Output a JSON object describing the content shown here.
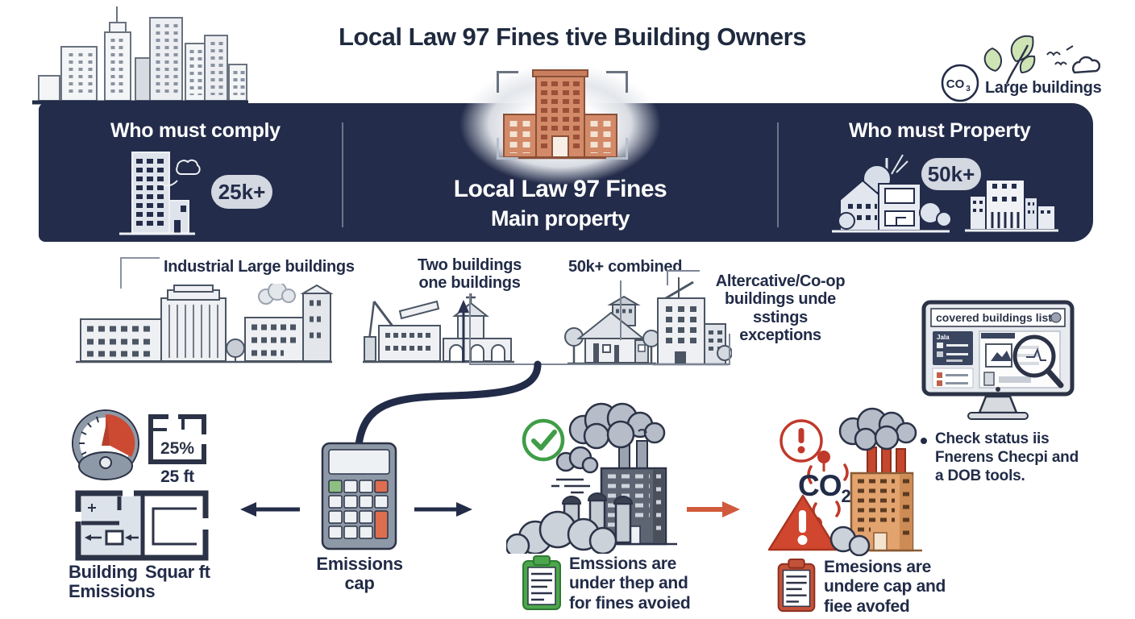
{
  "title": "Local Law 97 Fines tive Building Owners",
  "top_right": {
    "gas_label": "CO",
    "gas_sub": "3",
    "caption": "Large buildings"
  },
  "banner": {
    "left": {
      "heading": "Who must comply",
      "badge": "25k+"
    },
    "center": {
      "line1": "Local Law 97 Fines",
      "line2": "Main property"
    },
    "right": {
      "heading": "Who must Property",
      "badge": "50k+"
    }
  },
  "categories": {
    "industrial": "Industrial Large buildings",
    "two_buildings": [
      "Two buildings",
      "one buildings"
    ],
    "combined": "50k+ combined",
    "coop": [
      "Altercative/Co-op",
      "buildings unde sstings",
      "exceptions"
    ]
  },
  "monitor": {
    "header": "covered buildings list",
    "sidebar_label": "Jala"
  },
  "check_note": [
    "Check status iis",
    "Fnerens Checpi and",
    "a DOB tools."
  ],
  "metrics": {
    "percent": "25%",
    "feet": "25 ft",
    "building_label_1": "Building",
    "building_label_2": "Emissions",
    "square_label": "Squar ft",
    "calculator_label": "Emissions cap"
  },
  "emissions": {
    "co2_label": "CO",
    "co2_sub": "2",
    "good_note": [
      "Emssions are",
      "under thep and",
      "for fines avoied"
    ],
    "bad_note": [
      "Emesions are",
      "undere cap and",
      "fiee avofed"
    ]
  },
  "colors": {
    "navy": "#232c4a",
    "badge_bg": "#d3d8e1",
    "accent_orange": "#d05a3c",
    "building_orange": "#d28a68",
    "green": "#3f9d47",
    "red": "#c0392b"
  }
}
